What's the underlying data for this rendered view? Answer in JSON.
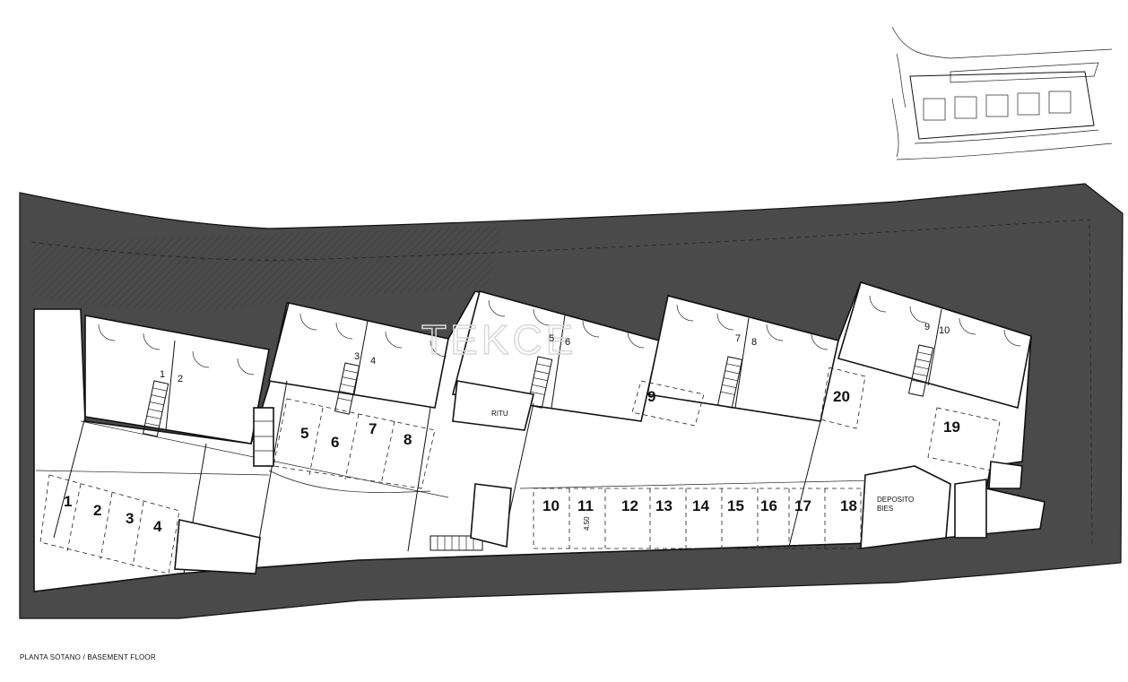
{
  "caption": "PLANTA SÓTANO / BASEMENT FLOOR",
  "watermark": "TEKCE",
  "service_rooms": {
    "ritu": "RITU",
    "deposito_line1": "DEPOSITO",
    "deposito_line2": "BIES"
  },
  "dimension_label": "4.50",
  "parking_spaces": [
    "1",
    "2",
    "3",
    "4",
    "5",
    "6",
    "7",
    "8",
    "9",
    "10",
    "11",
    "12",
    "13",
    "14",
    "15",
    "16",
    "17",
    "18",
    "19",
    "20"
  ],
  "storage_units": [
    "1",
    "2",
    "3",
    "4",
    "5",
    "6",
    "7",
    "8",
    "9",
    "10"
  ],
  "colors": {
    "wall_fill": "#4a4a4a",
    "line": "#111111",
    "background": "#ffffff"
  }
}
